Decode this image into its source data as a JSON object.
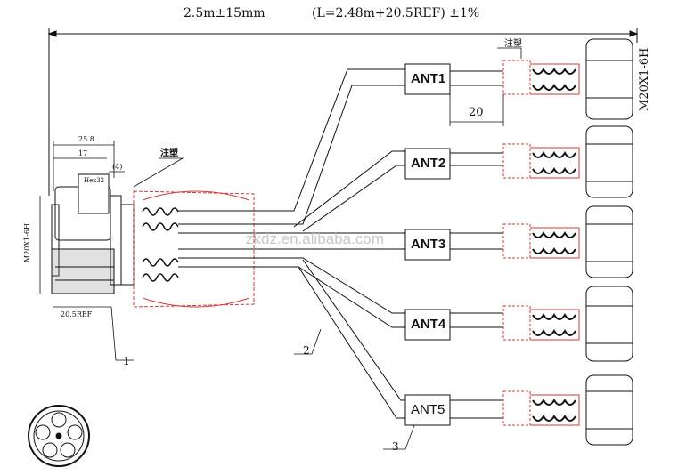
{
  "title_dimension": "2.5m±15mm",
  "title_length_note": "(L=2.48m+20.5REF) ±1%",
  "antennas": [
    {
      "label": "ANT1"
    },
    {
      "label": "ANT2"
    },
    {
      "label": "ANT3"
    },
    {
      "label": "ANT4"
    },
    {
      "label": "ANT5"
    }
  ],
  "thread_spec_right": "M20X1-6H",
  "thread_spec_left": "M20X1-6H",
  "dim_20": "20",
  "dim_25_8": "25.8",
  "dim_17": "17",
  "dim_4": "(4)",
  "dim_hex": "Hex32",
  "dim_20_5ref": "20.5REF",
  "note_injection_left": "注塑",
  "note_injection_right": "注塑",
  "callouts": [
    "1",
    "2",
    "3"
  ],
  "watermark": "zkdz.en.alibaba.com",
  "colors": {
    "line": "#111111",
    "overmold": "#d23a3a"
  }
}
